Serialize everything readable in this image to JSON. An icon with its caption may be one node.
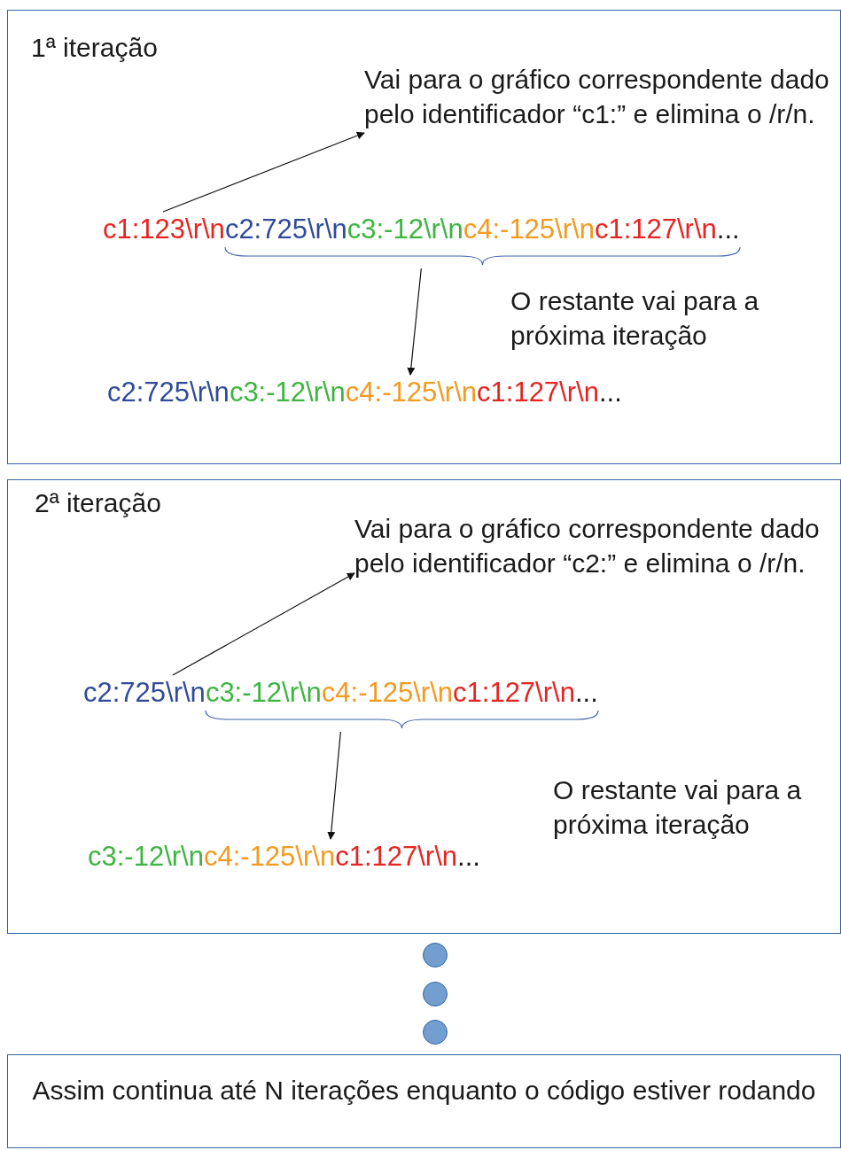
{
  "diagram": {
    "nodes": [
      {
        "text": [
          "1ª iteração"
        ]
      },
      {
        "text": [
          "Vai para o gráfico correspondente dado pelo identificador “c1:” e elimina o /r/n."
        ],
        "in": 0
      },
      {
        "text": [
          "c1:123\\r\\n",
          "c2:725\\r\\n",
          "c3:-12\\r\\n",
          "c4:-125\\r\\n",
          "c1:127\\r\\n",
          "..."
        ],
        "in": 0
      },
      {
        "text": [
          "O restante vai para a próxima iteração"
        ],
        "in": 0
      },
      {
        "text": [
          "c2:725\\r\\n",
          "c3:-12\\r\\n",
          "c4:-125\\r\\n",
          "c1:127\\r\\n",
          "..."
        ],
        "in": 0
      },
      {
        "text": [
          "2ª iteração"
        ]
      },
      {
        "text": [
          "Vai para o gráfico correspondente dado pelo identificador “c2:” e elimina o /r/n."
        ],
        "in": 5
      },
      {
        "text": [
          "c2:725\\r\\n",
          "c3:-12\\r\\n",
          "c4:-125\\r\\n",
          "c1:127\\r\\n",
          "..."
        ],
        "in": 5
      },
      {
        "text": [
          "O restante vai para a próxima iteração"
        ],
        "in": 5
      },
      {
        "text": [
          "c3:-12\\r\\n",
          "c4:-125\\r\\n",
          "c1:127\\r\\n",
          "..."
        ],
        "in": 5
      },
      {
        "text": [],
        "shape": "circle"
      },
      {
        "text": [],
        "shape": "circle"
      },
      {
        "text": [],
        "shape": "circle"
      },
      {
        "text": [
          "Assim continua até N iterações enquanto o código estiver rodando"
        ]
      }
    ],
    "edges": [
      {
        "from": 2,
        "to": 1,
        "arrow": "to"
      },
      {
        "from": 2,
        "to": 4,
        "arrow": "to"
      },
      {
        "from": 7,
        "to": 6,
        "arrow": "to"
      },
      {
        "from": 7,
        "to": 9,
        "arrow": "to"
      }
    ]
  }
}
